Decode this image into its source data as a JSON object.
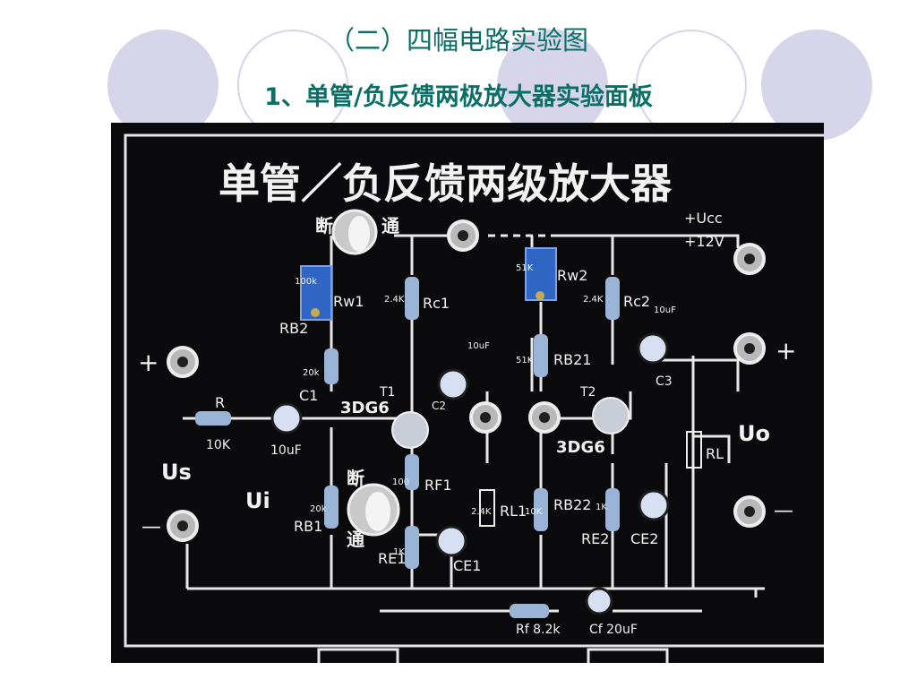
{
  "slide": {
    "heading": "（二）四幅电路实验图",
    "subheading": "1、单管/负反馈两极放大器实验面板",
    "decor_color": "#d7d5ea",
    "title_color": "#0b6e67"
  },
  "photo": {
    "panel_title": "单管／负反馈两级放大器",
    "labels": {
      "off_top": "断",
      "on_top": "通",
      "off_bottom": "断",
      "on_bottom": "通",
      "ucc": "+Ucc",
      "v12": "+12V",
      "rw1": "Rw1",
      "rw2": "Rw2",
      "rw1_val": "100k",
      "rw2_val": "51K",
      "rc1": "Rc1",
      "rc1_val": "2.4K",
      "rc2": "Rc2",
      "rc2_val": "2.4K",
      "rb2": "RB2",
      "rb2_val": "20k",
      "rb21": "RB21",
      "rb21_val": "51K",
      "c1": "C1",
      "c2": "C2",
      "c2_val": "10uF",
      "c3": "C3",
      "c3_val": "10uF",
      "t1": "T1",
      "t2": "T2",
      "tr1": "3DG6",
      "tr2": "3DG6",
      "r": "R",
      "r_val": "10K",
      "c1_val": "10uF",
      "us": "Us",
      "ui": "Ui",
      "uo": "Uo",
      "rf1": "RF1",
      "rf1_val": "100",
      "rb1": "RB1",
      "rb1_val": "20k",
      "re1": "RE1",
      "re1_val": "1K",
      "ce1": "CE1",
      "rl1": "RL1",
      "rl1_val": "2.4K",
      "rb22": "RB22",
      "rb22_val": "10K",
      "re2": "RE2",
      "re2_val": "1K",
      "ce2": "CE2",
      "rl": "RL",
      "rf": "Rf 8.2k",
      "cf": "Cf 20uF",
      "plus_left": "+",
      "minus_left": "—",
      "plus_right": "+",
      "minus_right": "—"
    }
  }
}
